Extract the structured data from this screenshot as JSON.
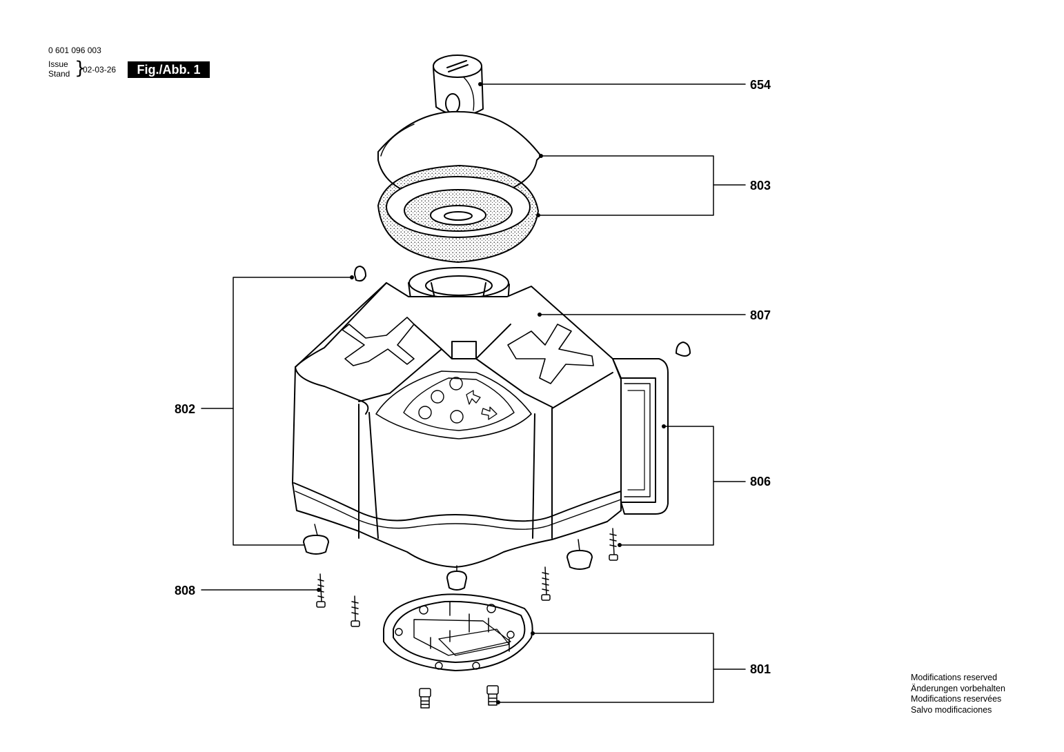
{
  "header": {
    "part_number": "0 601 096 003",
    "issue_label": "Issue",
    "stand_label": "Stand",
    "date": "02-03-26",
    "figure": "Fig./Abb. 1"
  },
  "callouts": [
    {
      "id": "654"
    },
    {
      "id": "803"
    },
    {
      "id": "807"
    },
    {
      "id": "802"
    },
    {
      "id": "806"
    },
    {
      "id": "808"
    },
    {
      "id": "801"
    }
  ],
  "parts": {
    "housing_label_y": "Y",
    "housing_label_x": "X"
  },
  "footer": {
    "lines": [
      "Modifications reserved",
      "Änderungen vorbehalten",
      "Modifications reservées",
      "Salvo modificaciones"
    ]
  }
}
